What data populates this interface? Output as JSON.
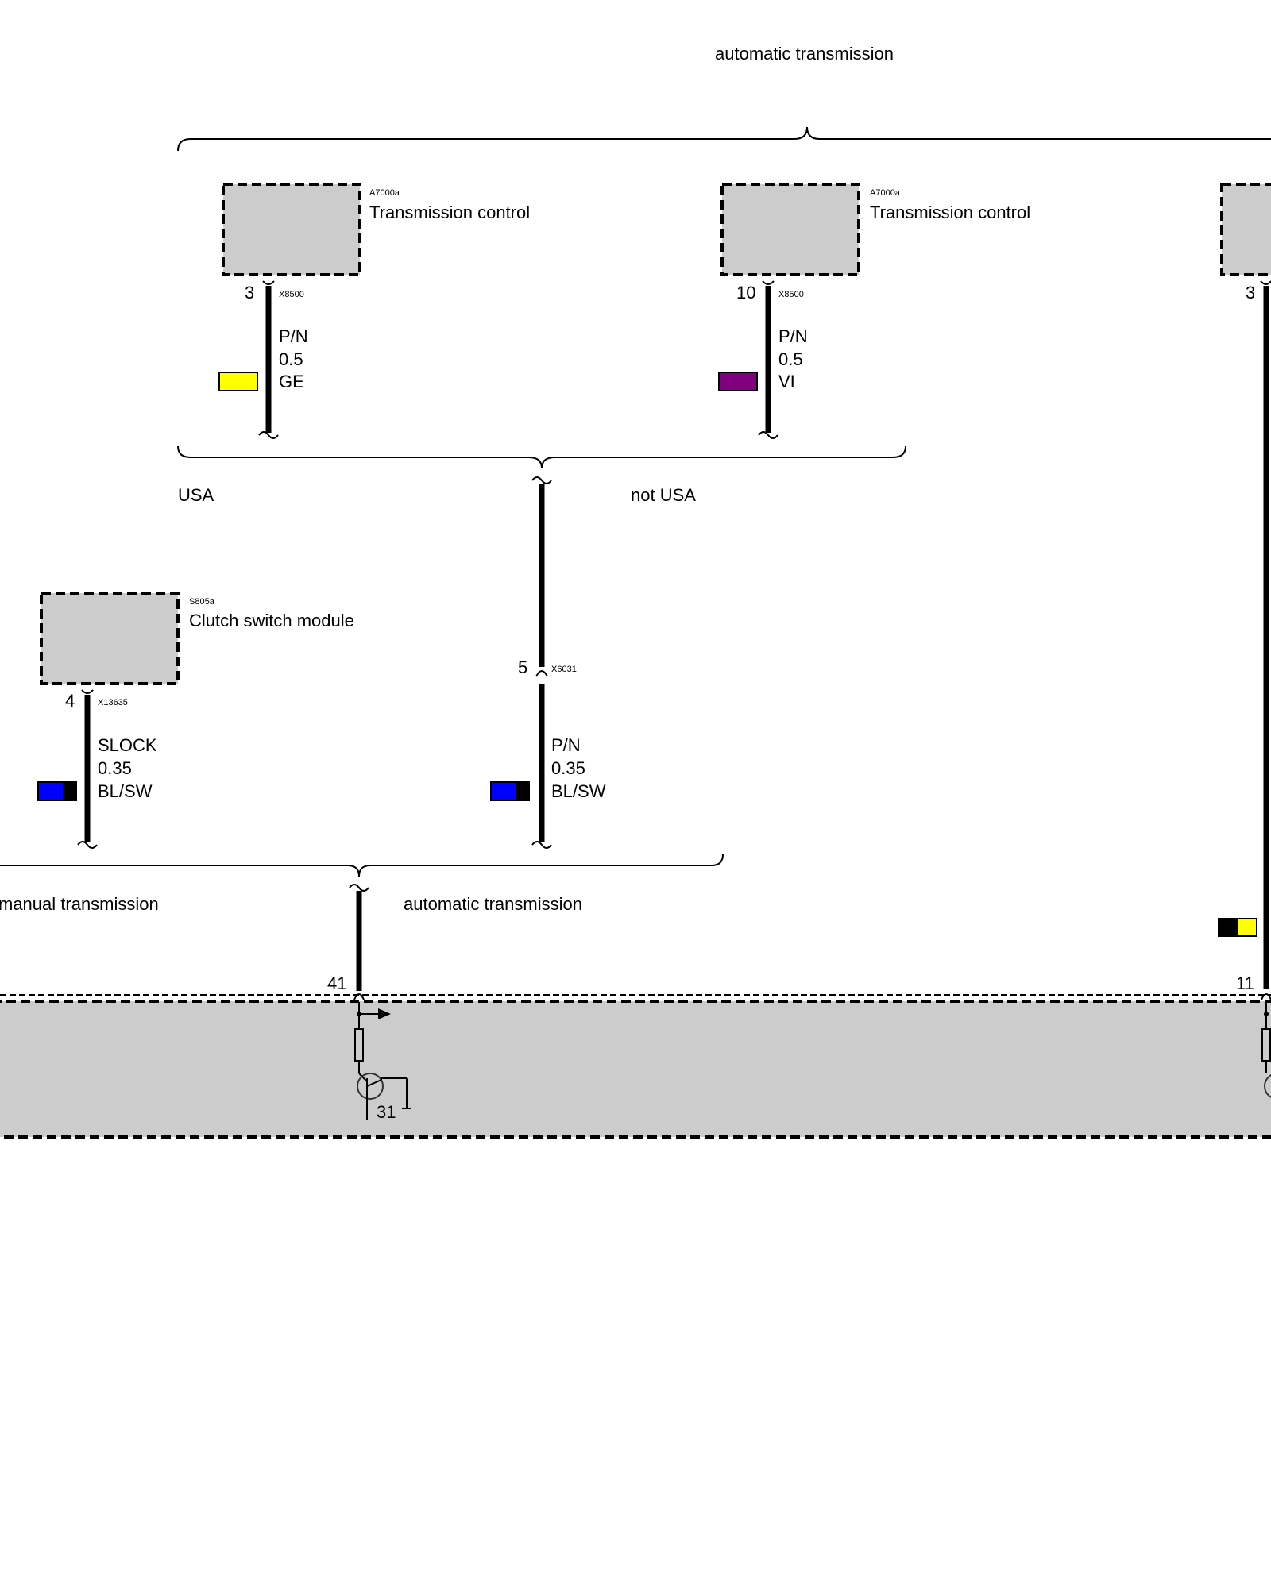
{
  "groups": {
    "top_brace_label": "automatic transmission",
    "usa_label": "USA",
    "not_usa_label": "not USA",
    "manual_label": "manual transmission",
    "auto_label": "automatic transmission"
  },
  "components": {
    "tc_usa": {
      "code": "A7000a",
      "name": "Transmission control",
      "pin": "3",
      "connector": "X8500"
    },
    "tc_not_usa": {
      "code": "A7000a",
      "name": "Transmission control",
      "pin": "10",
      "connector": "X8500"
    },
    "tc_right": {
      "pin": "3"
    },
    "clutch": {
      "code": "S805a",
      "name": "Clutch switch module",
      "pin": "4",
      "connector": "X13635"
    },
    "junction": {
      "pin": "5",
      "connector": "X6031"
    },
    "ecu": {
      "pin_left": "41",
      "pin_right": "11",
      "ground_label": "31"
    }
  },
  "wires": {
    "usa": {
      "signal": "P/N",
      "size": "0.5",
      "color_code": "GE",
      "swatch": [
        "#ffff00"
      ]
    },
    "not_usa": {
      "signal": "P/N",
      "size": "0.5",
      "color_code": "VI",
      "swatch": [
        "#800080"
      ]
    },
    "clutch": {
      "signal": "SLOCK",
      "size": "0.35",
      "color_code": "BL/SW",
      "swatch": [
        "#0000ff",
        "#000000"
      ]
    },
    "auto": {
      "signal": "P/N",
      "size": "0.35",
      "color_code": "BL/SW",
      "swatch": [
        "#0000ff",
        "#000000"
      ]
    },
    "right": {
      "swatch": [
        "#000000",
        "#ffff00"
      ]
    }
  }
}
